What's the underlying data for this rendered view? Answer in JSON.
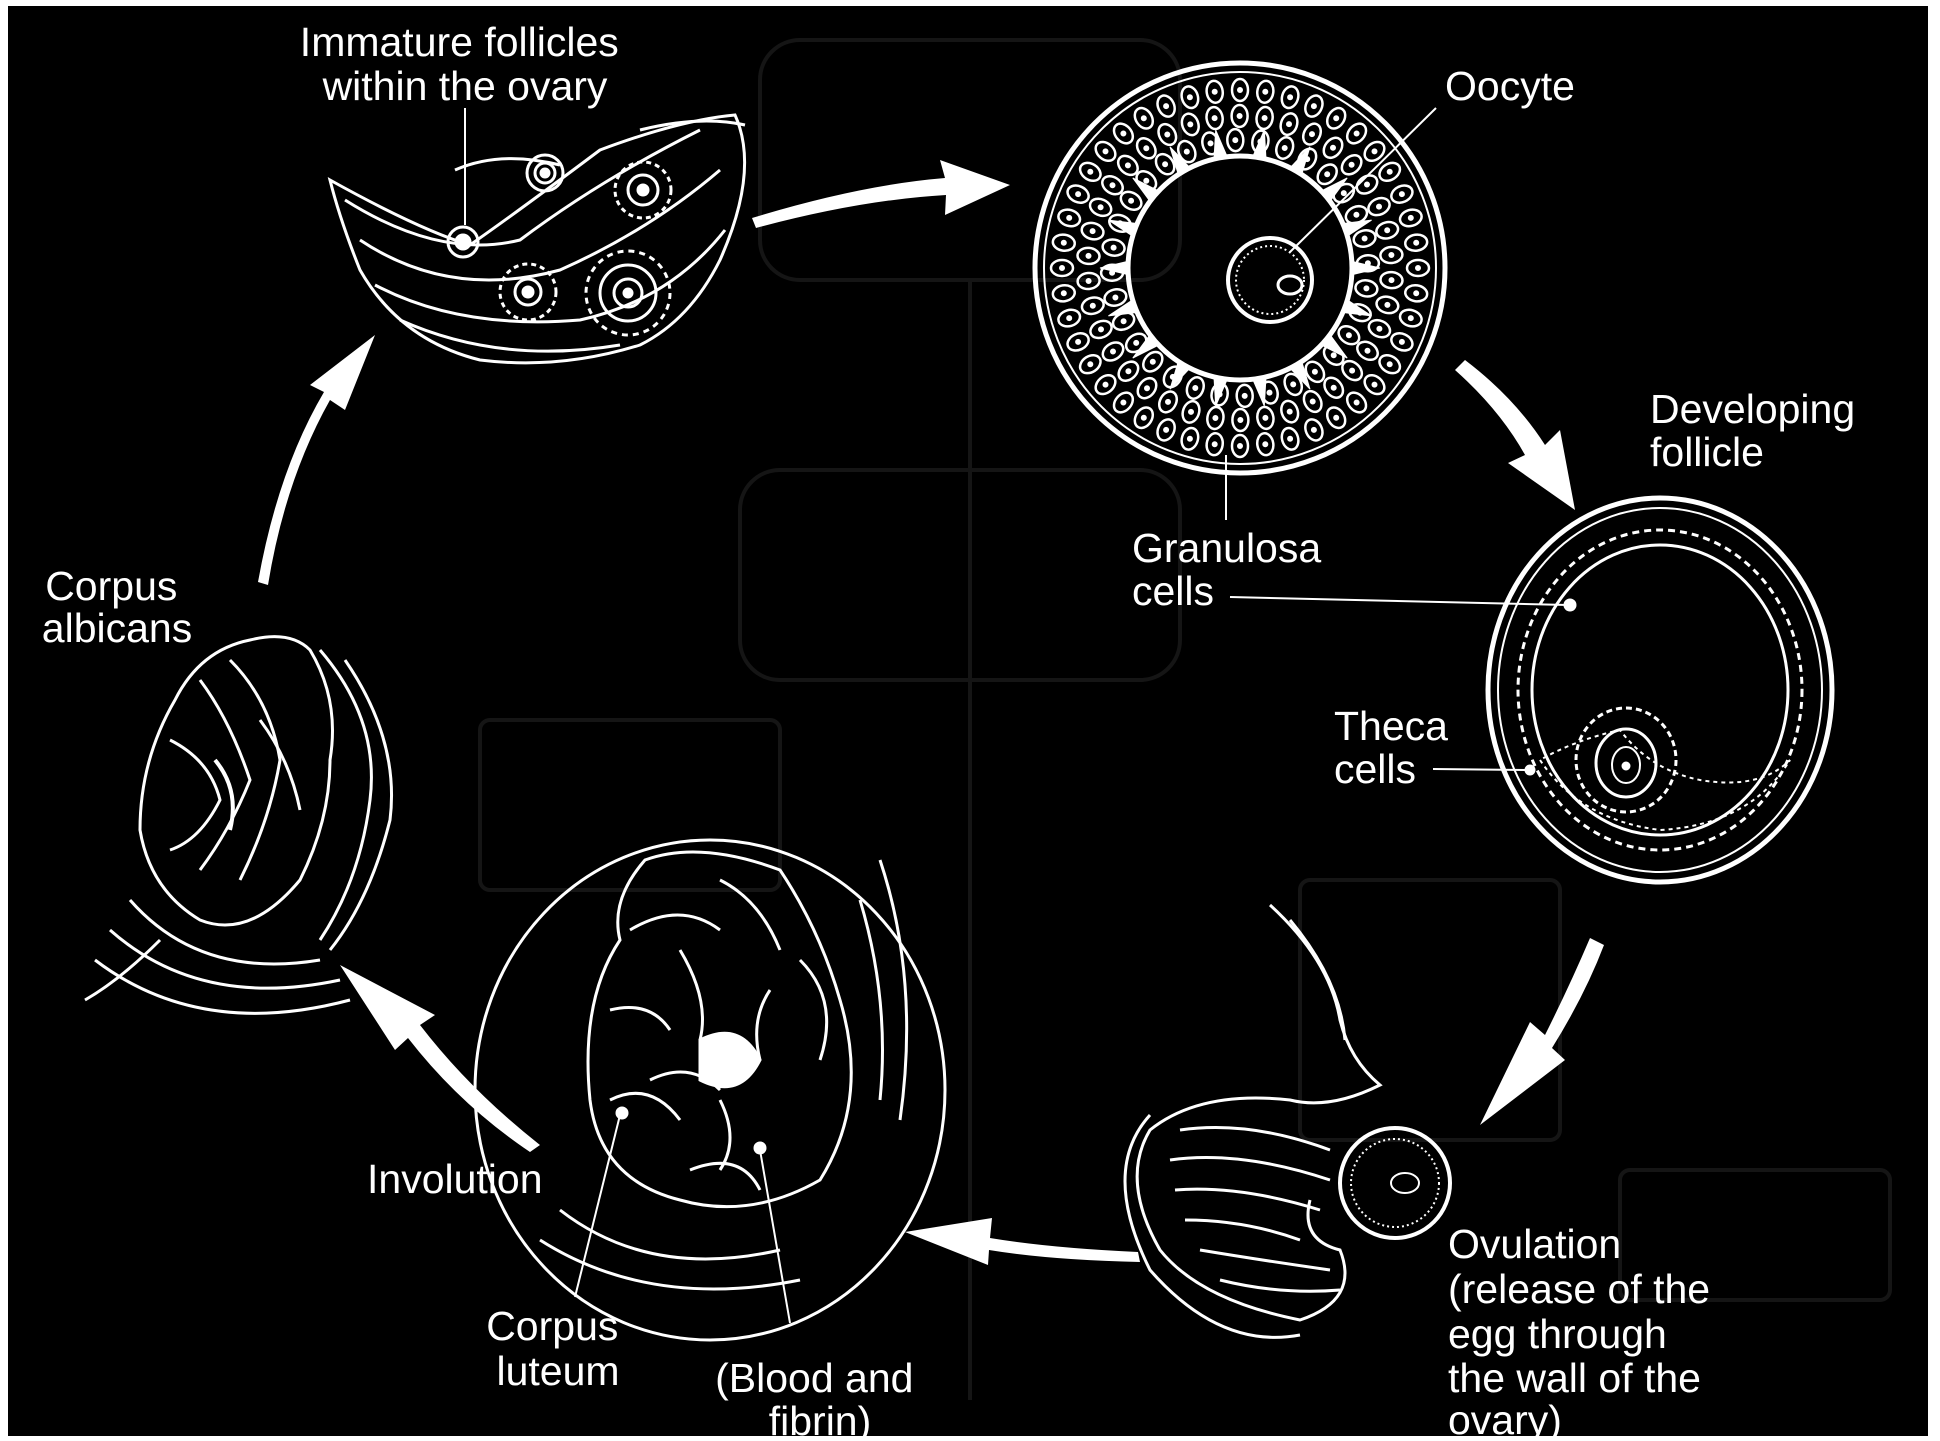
{
  "colors": {
    "background": "#000000",
    "ink": "#ffffff",
    "ghost": "#1a1a1a"
  },
  "labels": {
    "immature_follicles": [
      "Immature follicles",
      "within the ovary"
    ],
    "oocyte": "Oocyte",
    "developing_follicle": [
      "Developing",
      "follicle"
    ],
    "granulosa_cells": [
      "Granulosa",
      "cells"
    ],
    "theca_cells": [
      "Theca",
      "cells"
    ],
    "ovulation": [
      "Ovulation",
      "(release of the",
      "egg through",
      "the wall of the",
      "ovary)"
    ],
    "corpus_luteum": [
      "Corpus",
      "luteum"
    ],
    "blood_fibrin": [
      "(Blood and",
      "fibrin)"
    ],
    "involution": "Involution",
    "corpus_albicans": [
      "Corpus",
      "albicans"
    ]
  }
}
